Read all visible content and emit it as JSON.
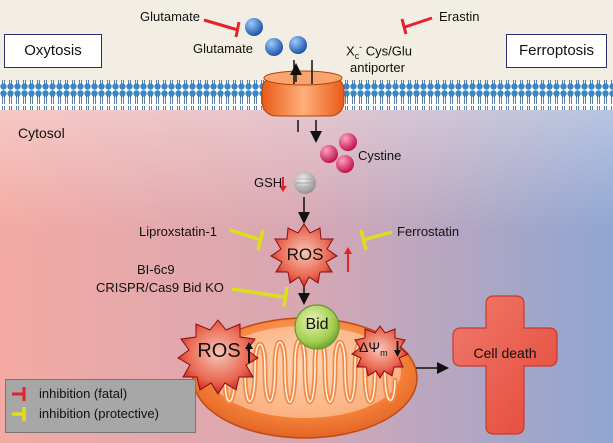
{
  "boxes": {
    "left": "Oxytosis",
    "right": "Ferroptosis"
  },
  "labels": {
    "glutamate_inhibitor": "Glutamate",
    "erastin": "Erastin",
    "glutamate": "Glutamate",
    "antiporter_xc": "X",
    "antiporter_sub": "c",
    "antiporter_sup": "-",
    "antiporter_rest": " Cys/Glu",
    "antiporter_line2": "antiporter",
    "cytosol": "Cytosol",
    "cystine": "Cystine",
    "gsh": "GSH",
    "liproxstatin": "Liproxstatin-1",
    "ferrostatin": "Ferrostatin",
    "bi6c9": "BI-6c9",
    "crispr": "CRISPR/Cas9 Bid KO",
    "ros_center": "ROS",
    "ros_mito": "ROS",
    "bid": "Bid",
    "delta_psi": "ΔΨ",
    "delta_psi_sub": "m",
    "cell_death": "Cell death"
  },
  "legend": {
    "fatal": "inhibition (fatal)",
    "protective": "inhibition (protective)"
  },
  "colors": {
    "inhibit_fatal": "#e8202a",
    "inhibit_protective": "#dede1e",
    "ros_fill": "#c8141f",
    "glutamate_fill": "#2d6fc4",
    "cystine_fill": "#e0306a",
    "bid_fill": "#8cc63f",
    "membrane": "#3b86c4",
    "cross_fill": "#e8574a",
    "mito_fill": "#f07030"
  }
}
